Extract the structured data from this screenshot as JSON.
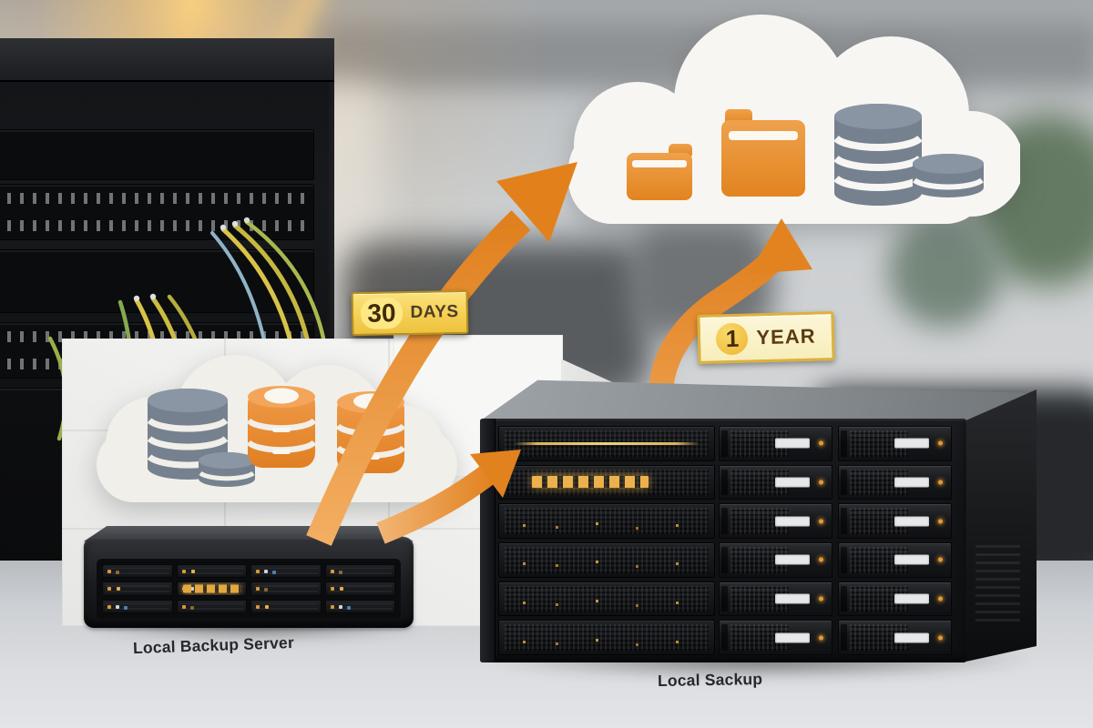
{
  "diagram": {
    "title_hint": "local-to-cloud backup retention flow",
    "badges": {
      "thirty_days": {
        "number": "30",
        "unit": "DAYS"
      },
      "one_year": {
        "number": "1",
        "unit": "YEAR"
      }
    },
    "captions": {
      "local_backup_server": "Local Backup Server",
      "local_storage": "Local Sackup"
    },
    "colors": {
      "accent_orange": "#E8882F",
      "arrow_orange_light": "#F2A95C",
      "arrow_orange_dark": "#E07E1D",
      "badge_yellow": "#F5D054",
      "badge_pale_yellow": "#FAF3CE",
      "badge_border": "#C59A28",
      "badge_text": "#4E3110",
      "slate_gray_icon": "#76818F",
      "cloud_white": "#F7F6F3",
      "desk_gray": "#CDD0D4",
      "hardware_black": "#141518",
      "led_amber": "#E09B35",
      "cable_yellow": "#D9C348",
      "cable_green": "#86A94F"
    },
    "icons": {
      "top_cloud": [
        "folder-small-icon",
        "folder-large-icon",
        "database-stack-gray-icon",
        "database-disc-gray-icon"
      ],
      "local_cloud": [
        "database-stack-gray-icon",
        "database-disc-gray-icon",
        "database-stack-orange-icon",
        "database-stack-orange-icon"
      ],
      "arrows": [
        "arrow-30-days",
        "arrow-1-year",
        "arrow-local-transfer"
      ]
    }
  }
}
